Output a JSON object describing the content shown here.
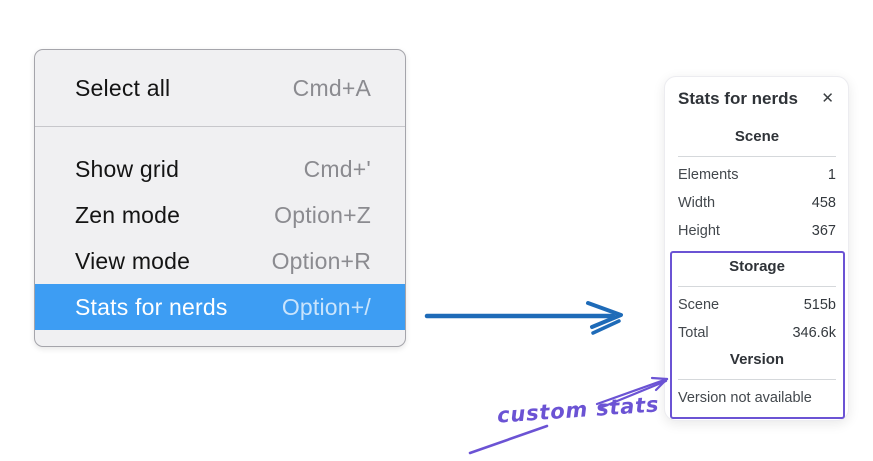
{
  "menu": {
    "items": [
      {
        "label": "Select all",
        "shortcut": "Cmd+A",
        "selected": false
      },
      {
        "label": "Show grid",
        "shortcut": "Cmd+'",
        "selected": false
      },
      {
        "label": "Zen mode",
        "shortcut": "Option+Z",
        "selected": false
      },
      {
        "label": "View mode",
        "shortcut": "Option+R",
        "selected": false
      },
      {
        "label": "Stats for nerds",
        "shortcut": "Option+/",
        "selected": true
      }
    ]
  },
  "panel": {
    "title": "Stats for nerds",
    "sections": {
      "scene": {
        "header": "Scene",
        "rows": [
          {
            "label": "Elements",
            "value": "1"
          },
          {
            "label": "Width",
            "value": "458"
          },
          {
            "label": "Height",
            "value": "367"
          }
        ]
      },
      "storage": {
        "header": "Storage",
        "rows": [
          {
            "label": "Scene",
            "value": "515b"
          },
          {
            "label": "Total",
            "value": "346.6k"
          }
        ]
      },
      "version": {
        "header": "Version",
        "note": "Version not available"
      }
    }
  },
  "annotation": {
    "label": "custom stats"
  },
  "icons": {
    "close": "✕"
  },
  "colors": {
    "menu_background": "#f0f0f2",
    "menu_highlight": "#3d9df3",
    "menu_shortcut_gray": "#8b8b90",
    "flow_arrow_blue": "#1e6bb8",
    "annotation_purple": "#6b53d4",
    "panel_text": "#43484d",
    "rule_gray": "#d5d8db"
  }
}
